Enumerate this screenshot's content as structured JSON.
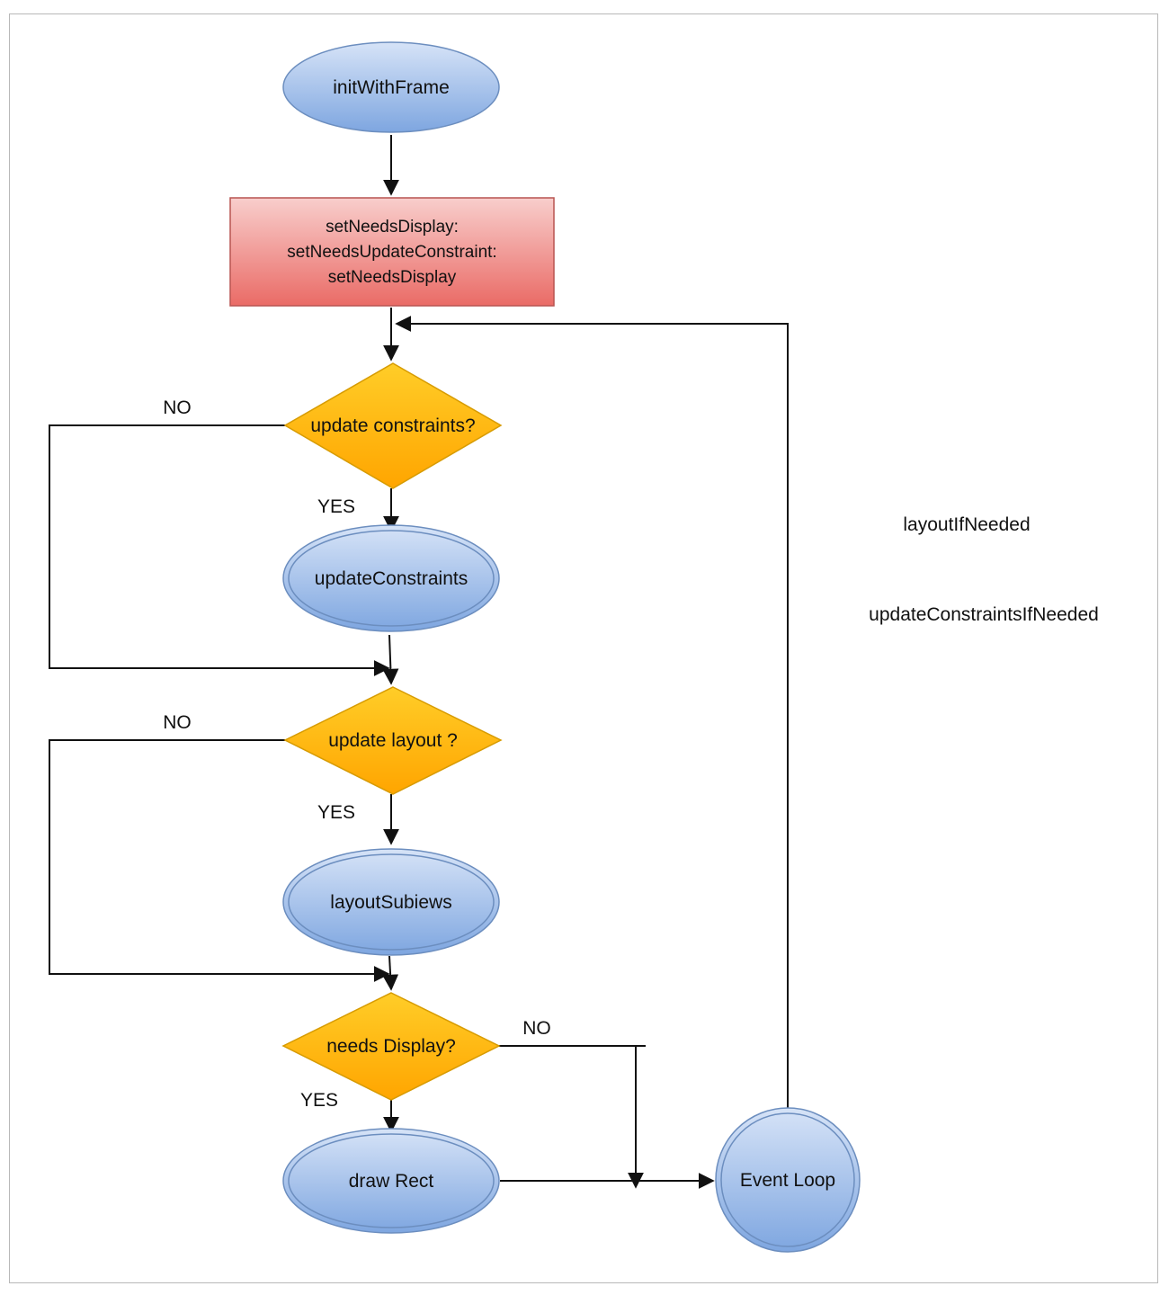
{
  "diagram": {
    "nodes": {
      "init": {
        "label": "initWithFrame",
        "shape": "ellipse"
      },
      "set_needs": {
        "lines": [
          "setNeedsDisplay:",
          "setNeedsUpdateConstraint:",
          "setNeedsDisplay"
        ],
        "shape": "rectangle"
      },
      "q_constraints": {
        "label": "update constraints?",
        "shape": "diamond"
      },
      "update_constraints": {
        "label": "updateConstraints",
        "shape": "double-ellipse"
      },
      "q_layout": {
        "label": "update layout ?",
        "shape": "diamond"
      },
      "layout_subviews": {
        "label": "layoutSubiews",
        "shape": "double-ellipse"
      },
      "q_display": {
        "label": "needs Display?",
        "shape": "diamond"
      },
      "draw_rect": {
        "label": "draw Rect",
        "shape": "double-ellipse"
      },
      "event_loop": {
        "label": "Event Loop",
        "shape": "double-circle"
      }
    },
    "edge_labels": {
      "no_constraints": "NO",
      "yes_constraints": "YES",
      "no_layout": "NO",
      "yes_layout": "YES",
      "no_display": "NO",
      "yes_display": "YES"
    },
    "side_notes": [
      "layoutIfNeeded",
      "updateConstraintsIfNeeded"
    ],
    "colors": {
      "ellipse_fill_top": "#d6e3f7",
      "ellipse_fill_bottom": "#7ea6e0",
      "ellipse_stroke": "#6c8ebf",
      "rect_fill_top": "#f8cecc",
      "rect_fill_bottom": "#ea6b66",
      "rect_stroke": "#b85450",
      "diamond_fill_top": "#ffcd28",
      "diamond_fill_bottom": "#ffa500",
      "diamond_stroke": "#d79b00",
      "edge": "#111111"
    }
  }
}
